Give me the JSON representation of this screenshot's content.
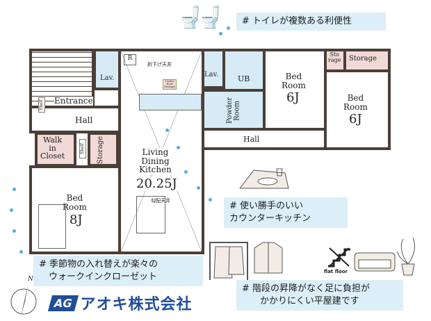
{
  "rooms": {
    "entrance": "Entrance",
    "hall_left": "Hall",
    "hall_right": "Hall",
    "lav1": "Lav.",
    "lav2": "Lav.",
    "wic": "Walk\nin\nCloset",
    "storage_left": "Storage",
    "shelf": "Shelf",
    "bed8_name": "Bed\nRoom",
    "bed8_size": "8J",
    "ldk_name": "Living\nDining\nKitchen",
    "ldk_size": "20.25J",
    "ceiling_lowered": "折下げ天井",
    "ceiling_sloped": "勾配天井",
    "under_roof": "Under Roof Storage",
    "r_mark": "R",
    "ub": "UB",
    "powder": "Powder\nRoom",
    "bed6a_name": "Bed\nRoom",
    "bed6a_size": "6J",
    "bed6b_name": "Bed\nRoom",
    "bed6b_size": "6J",
    "storage_small": "Sto\nrage",
    "storage_right": "Storage"
  },
  "callouts": {
    "toilet": "# トイレが複数ある利便性",
    "kitchen": [
      "# 使い勝手のいい",
      "カウンターキッチン"
    ],
    "closet": [
      "# 季節物の入れ替えが楽々の",
      "ウォークインクローゼット"
    ],
    "flat": [
      "# 階段の昇降がなく足に負担が",
      "かかりにくい平屋建です"
    ]
  },
  "flat_floor_label": "flat floor",
  "compass_label": "N",
  "logo": {
    "mark": "AG",
    "name": "アオキ株式会社"
  },
  "colors": {
    "wall": "#4a3f38",
    "wet_area": "#d6ebf6",
    "closet": "#f1dad6",
    "callout": "#dceef8",
    "accent_dots": "#5aaed6",
    "logo": "#1f4e99"
  },
  "icons": [
    "toilet-icon",
    "kitchen-icon",
    "clothes-rack-icon",
    "shirt-icon",
    "no-stairs-icon",
    "sofa-icon",
    "plant-icon",
    "compass-icon"
  ]
}
